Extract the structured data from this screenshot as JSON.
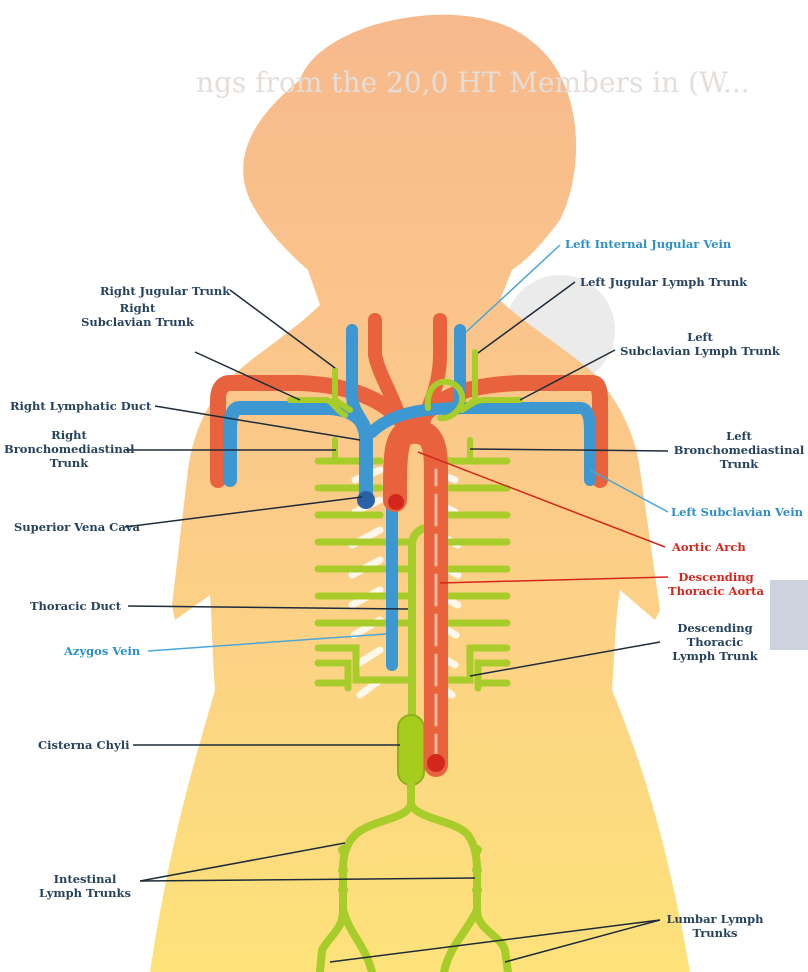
{
  "background": {
    "top_text": "ngs from the 20,0 HT Members in (W..."
  },
  "colors": {
    "vein": "#3d97d1",
    "artery": "#e8633d",
    "lymph": "#a8cc2a",
    "body": "#fbc98a",
    "label_dark": "#26425e",
    "label_blue": "#2e8fc7",
    "label_red": "#d3261c"
  },
  "labels": {
    "left_internal_jugular_vein": "Left Internal Jugular Vein",
    "left_jugular_lymph_trunk": "Left Jugular Lymph Trunk",
    "right_jugular_trunk": "Right Jugular Trunk",
    "right_subclavian_trunk_1": "Right",
    "right_subclavian_trunk_2": "Subclavian Trunk",
    "left_subclavian_lymph_trunk_1": "Left",
    "left_subclavian_lymph_trunk_2": "Subclavian Lymph Trunk",
    "right_lymphatic_duct": "Right Lymphatic Duct",
    "right_bronchomediastinal_1": "Right",
    "right_bronchomediastinal_2": "Bronchomediastinal",
    "right_bronchomediastinal_3": "Trunk",
    "left_bronchomediastinal_1": "Left",
    "left_bronchomediastinal_2": "Bronchomediastinal",
    "left_bronchomediastinal_3": "Trunk",
    "left_subclavian_vein": "Left Subclavian Vein",
    "superior_vena_cava": "Superior Vena Cava",
    "aortic_arch": "Aortic Arch",
    "descending_thoracic_aorta_1": "Descending",
    "descending_thoracic_aorta_2": "Thoracic Aorta",
    "thoracic_duct": "Thoracic Duct",
    "azygos_vein": "Azygos Vein",
    "descending_thoracic_lymph_1": "Descending",
    "descending_thoracic_lymph_2": "Thoracic",
    "descending_thoracic_lymph_3": "Lymph Trunk",
    "cisterna_chyli": "Cisterna Chyli",
    "intestinal_lymph_1": "Intestinal",
    "intestinal_lymph_2": "Lymph Trunks",
    "lumbar_lymph_1": "Lumbar Lymph",
    "lumbar_lymph_2": "Trunks"
  }
}
